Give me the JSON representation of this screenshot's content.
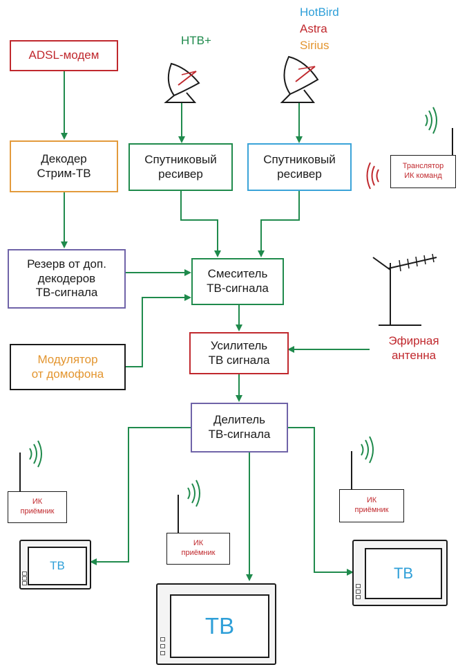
{
  "colors": {
    "arrow": "#1f8a4c",
    "red": "#c0282d",
    "orange": "#e39a3b",
    "green": "#1f8a4c",
    "blue": "#3aa3d8",
    "purple": "#6f63a8"
  },
  "satellites": {
    "ntv": "НТВ+",
    "hotbird": "HotBird",
    "astra": "Astra",
    "sirius": "Sirius"
  },
  "boxes": {
    "adsl": "ADSL-модем",
    "decoder": [
      "Декодер",
      "Стрим-ТВ"
    ],
    "receiver1": [
      "Спутниковый",
      "ресивер"
    ],
    "receiver2": [
      "Спутниковый",
      "ресивер"
    ],
    "reserve": [
      "Резерв от доп.",
      "декодеров",
      "ТВ-сигнала"
    ],
    "mixer": [
      "Смеситель",
      "ТВ-сигнала"
    ],
    "modulator": [
      "Модулятор",
      "от домофона"
    ],
    "amplifier": [
      "Усилитель",
      "ТВ сигнала"
    ],
    "splitter": [
      "Делитель",
      "ТВ-сигнала"
    ]
  },
  "ir_translator": [
    "Транслятор",
    "ИК команд"
  ],
  "antenna_label": [
    "Эфирная",
    "антенна"
  ],
  "ir_receiver": [
    "ИК",
    "приёмник"
  ],
  "tv_label": "ТВ"
}
